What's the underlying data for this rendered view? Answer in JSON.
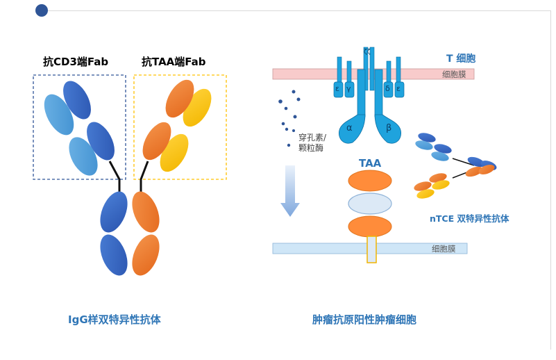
{
  "left_panel": {
    "fab1_label": "抗CD3端Fab",
    "fab2_label": "抗TAA端Fab",
    "caption": "IgG样双特异性抗体"
  },
  "right_panel": {
    "tcell_label": "T 细胞",
    "tcell_membrane_label": "细胞膜",
    "perforin_line1": "穿孔素/",
    "perforin_line2": "颗粒酶",
    "taa_label": "TAA",
    "ntce_label": "nTCE 双特异性抗体",
    "tumor_membrane_label": "细胞膜",
    "caption": "肿瘤抗原阳性肿瘤细胞",
    "cd3_subunits": {
      "epsilon": "ε",
      "gamma": "γ",
      "delta": "δ",
      "zeta": "ζζ",
      "alpha": "α",
      "beta": "β"
    }
  },
  "colors": {
    "accent_blue": "#2e75b6",
    "dark_blue": "#2f5597",
    "orange": "#ed7d31",
    "gold": "#ffc000",
    "tcr_cyan": "#1fa3dd",
    "tcell_membrane": "#f8cbcb",
    "tumor_membrane": "#cfe6f7"
  }
}
